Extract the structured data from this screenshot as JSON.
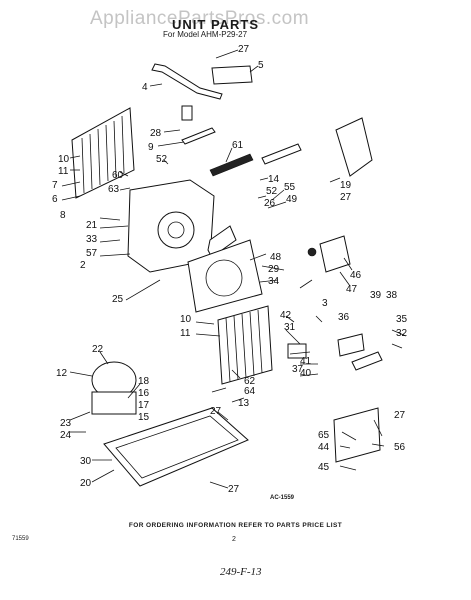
{
  "watermark": "AppliancePartsPros.com",
  "header": {
    "title": "UNIT PARTS",
    "subtitle": "For Model AHM-P29-27"
  },
  "labels": [
    "27",
    "5",
    "4",
    "28",
    "9",
    "52",
    "61",
    "14",
    "52",
    "26",
    "55",
    "49",
    "19",
    "27",
    "10",
    "11",
    "7",
    "6",
    "60",
    "63",
    "8",
    "21",
    "33",
    "57",
    "2",
    "25",
    "48",
    "29",
    "34",
    "46",
    "47",
    "39",
    "38",
    "3",
    "42",
    "31",
    "36",
    "10",
    "11",
    "35",
    "32",
    "22",
    "12",
    "18",
    "16",
    "17",
    "15",
    "37",
    "41",
    "40",
    "62",
    "64",
    "13",
    "27",
    "65",
    "44",
    "27",
    "23",
    "24",
    "56",
    "30",
    "45",
    "20",
    "27"
  ],
  "diagram_code": "AC-1559",
  "footer": {
    "note": "FOR ORDERING INFORMATION REFER TO PARTS PRICE LIST",
    "page": "2",
    "doc_code": "71559",
    "handwritten": "249-F-13"
  }
}
